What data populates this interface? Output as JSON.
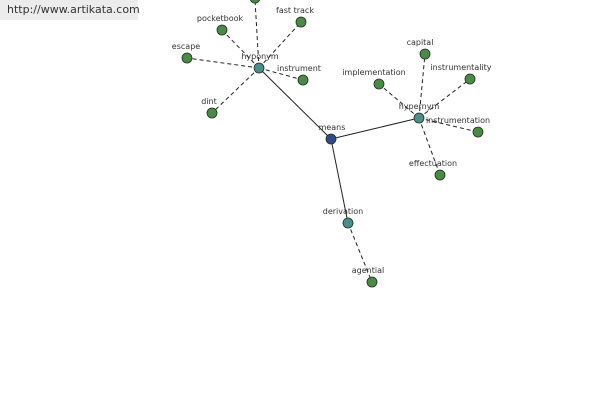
{
  "source_url": "http://www.artikata.com",
  "colors": {
    "center": "#334a8a",
    "relation": "#4a8f8c",
    "leaf": "#4b8a45"
  },
  "nodes": {
    "means": "means",
    "hyponym": "hyponym",
    "hypernym": "hypernym",
    "derivation": "derivation",
    "pocketbook": "pocketbook",
    "fast_track": "fast track",
    "escape": "escape",
    "instrument": "instrument",
    "dint": "dint",
    "capital": "capital",
    "implementation": "implementation",
    "instrumentality": "instrumentality",
    "instrumentation": "instrumentation",
    "effectuation": "effectuation",
    "agential": "agential"
  }
}
